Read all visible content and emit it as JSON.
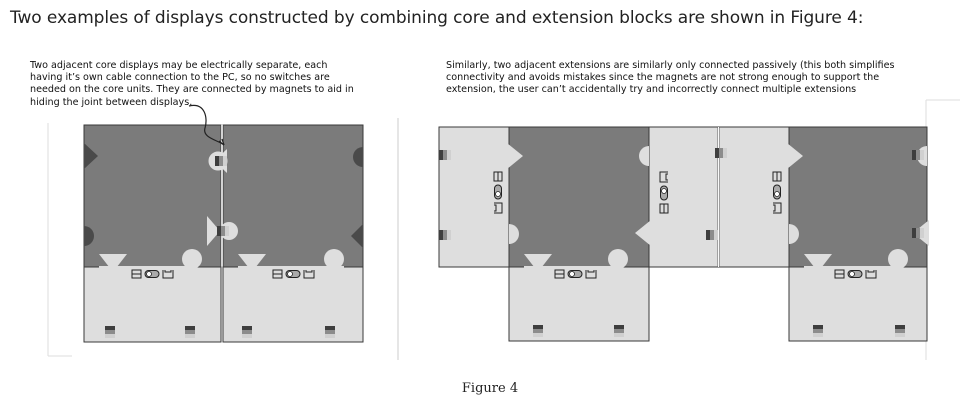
{
  "heading": "Two examples of displays constructed by combining core and extension blocks are shown in Figure 4:",
  "left_note": {
    "lines": [
      "Two adjacent core displays may be electrically separate, each",
      "having it’s own cable connection to the PC, so no switches are",
      "needed on the core units.  They are connected by magnets to aid in",
      "hiding the joint between displays."
    ]
  },
  "right_note": {
    "lines": [
      "Similarly, two adjacent extensions are similarly only connected passively (this both simplifies",
      "connectivity and avoids mistakes since the magnets are not strong enough to support the",
      "extension, the user can’t accidentally try and incorrectly connect multiple extensions"
    ]
  },
  "caption": "Figure 4",
  "colors": {
    "core_fill": "#7b7b7b",
    "extension_fill": "#dedede",
    "outline": "#3a3a3a",
    "magnet_dark": "#4a4a4a",
    "pin_light": "#d8d8d8"
  },
  "icons": [
    "connector-block-icon",
    "switch-toggle-icon",
    "cable-port-icon",
    "magnet-triangle-icon",
    "magnet-circle-icon"
  ]
}
